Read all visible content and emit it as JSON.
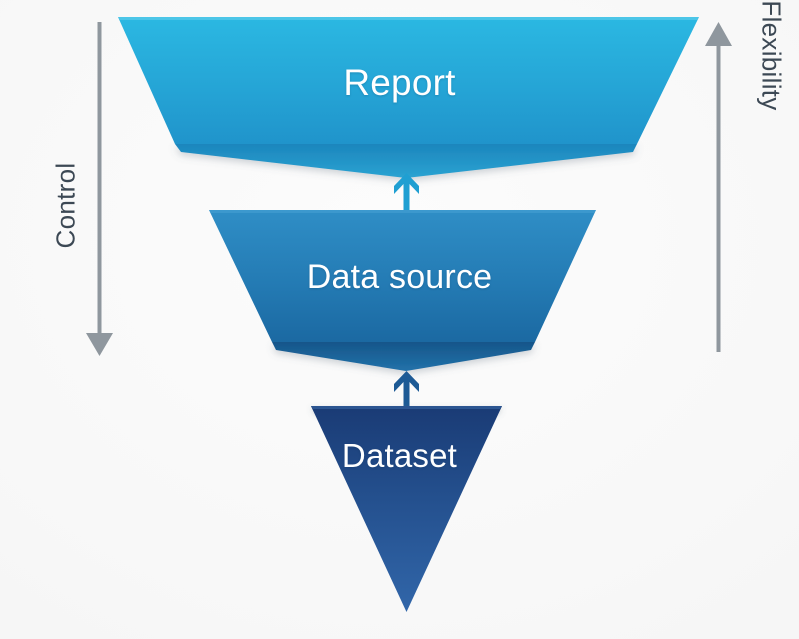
{
  "diagram": {
    "type": "inverted-funnel",
    "background_color": "#f7f7f7",
    "levels": [
      {
        "id": "report",
        "label": "Report",
        "shape": "trapezoid",
        "order": 1,
        "position": "top",
        "width_rank": "widest",
        "fill_top": "#2ab6e0",
        "fill_bottom": "#2196cd",
        "shadow_color": "#1d87bd",
        "text_color": "#ffffff"
      },
      {
        "id": "data-source",
        "label": "Data source",
        "shape": "trapezoid",
        "order": 2,
        "position": "middle",
        "width_rank": "medium",
        "fill_top": "#2e8cc4",
        "fill_bottom": "#1c6ba4",
        "shadow_color": "#17578a",
        "text_color": "#ffffff"
      },
      {
        "id": "dataset",
        "label": "Dataset",
        "shape": "inverted-triangle",
        "order": 3,
        "position": "bottom",
        "width_rank": "narrowest",
        "fill_top": "#1b3d78",
        "fill_bottom": "#2f63a6",
        "shadow_color": "#15305e",
        "text_color": "#ffffff"
      }
    ],
    "connectors": [
      {
        "id": "dataset-to-data-source",
        "from": "dataset",
        "to": "data-source",
        "direction": "up",
        "color": "#1d5a95"
      },
      {
        "id": "data-source-to-report",
        "from": "data-source",
        "to": "report",
        "direction": "up",
        "color": "#1f9fd2"
      }
    ],
    "axes": [
      {
        "id": "control-axis",
        "caption": "Control",
        "side": "left",
        "direction": "down",
        "color": "#8f979e",
        "meaning": "increases downward"
      },
      {
        "id": "flexibility-axis",
        "caption": "Flexibility",
        "side": "right",
        "direction": "up",
        "color": "#8f979e",
        "meaning": "increases upward"
      }
    ]
  }
}
